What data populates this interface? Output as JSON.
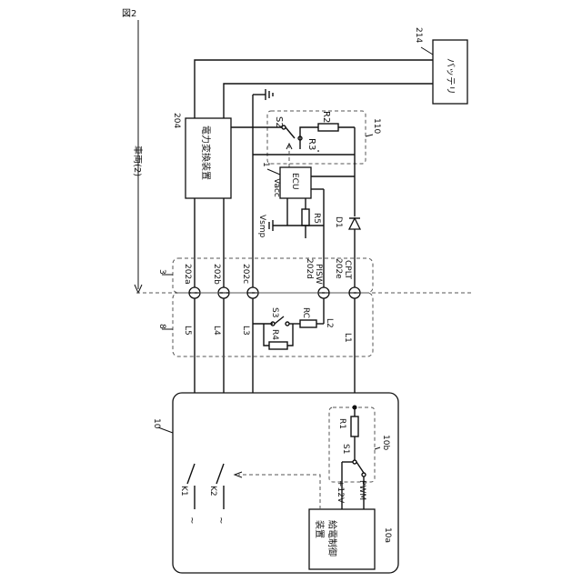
{
  "figure_label": "図2",
  "vehicle_label": "車両(2)",
  "components": {
    "battery": {
      "ref": "214",
      "name": "バッテリ"
    },
    "power_converter": {
      "ref": "204",
      "name": "電力変換装置"
    },
    "switch_unit": {
      "ref": "110"
    },
    "ecu": {
      "ref": "1",
      "name": "ECU"
    },
    "vacc": "Vacc",
    "vsmp": "Vsmp",
    "resistors": {
      "r2": "R2",
      "r3": "R3",
      "r5": "R5",
      "r4": "R4",
      "rc": "RC",
      "r1": "R1"
    },
    "switches": {
      "s2": "S2",
      "s3": "S3",
      "s1": "S1",
      "k1": "K1",
      "k2": "K2"
    },
    "diode": "D1",
    "inlet": {
      "ref": "3",
      "pins": [
        {
          "ref": "202a",
          "name": ""
        },
        {
          "ref": "202b",
          "name": ""
        },
        {
          "ref": "202c",
          "name": ""
        },
        {
          "ref": "202d",
          "name": "PISW"
        },
        {
          "ref": "202e",
          "name": "CPLT"
        }
      ]
    },
    "connector": {
      "ref": "8",
      "lines": [
        "L5",
        "L4",
        "L3",
        "L2",
        "L1"
      ]
    },
    "charger": {
      "ref": "10"
    },
    "charger_control": {
      "ref": "10a",
      "name_line1": "給電制御",
      "name_line2": "装置"
    },
    "pilot_circuit": {
      "ref": "10b"
    },
    "ctrl_pins": {
      "plus12v": "+12V",
      "pwm": "PWM"
    },
    "tilde": "~"
  }
}
